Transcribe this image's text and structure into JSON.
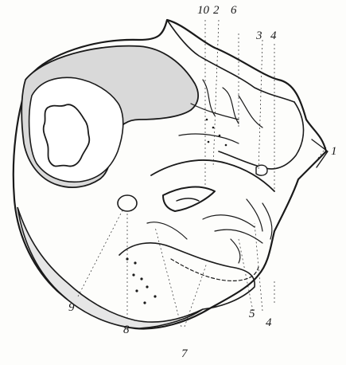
{
  "figure": {
    "labels": {
      "l1": "1",
      "l2": "2",
      "l3": "3",
      "l4_top": "4",
      "l4_bottom": "4",
      "l5": "5",
      "l6": "6",
      "l7": "7",
      "l8": "8",
      "l9": "9",
      "l10": "10"
    }
  }
}
